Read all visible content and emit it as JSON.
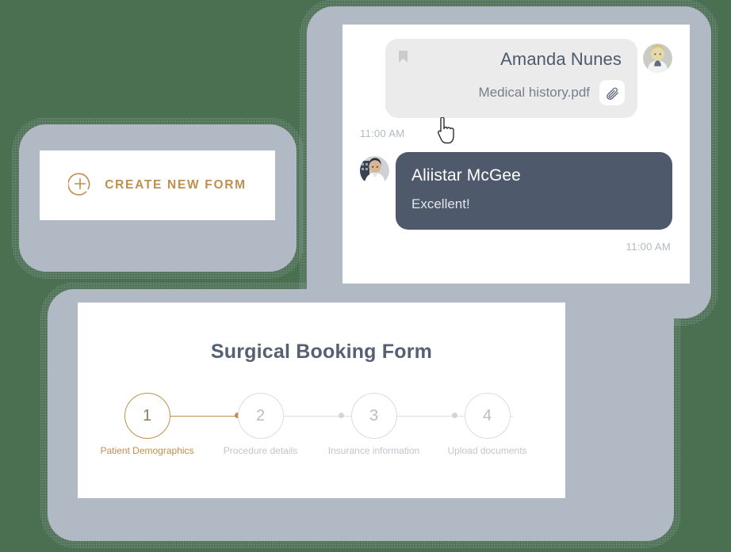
{
  "theme": {
    "background_color": "#4a7051",
    "panel_color": "#b1b9c4",
    "card_color": "#ffffff",
    "accent_orange": "#bf8f4e",
    "bubble_incoming": "#ebebeb",
    "bubble_outgoing": "#4e5a6b",
    "text_dark": "#4e5a6b",
    "text_muted": "#c2c5cb"
  },
  "chat": {
    "incoming": {
      "sender": "Amanda Nunes",
      "file_name": "Medical history.pdf",
      "timestamp": "11:00 AM",
      "bookmark_icon": "bookmark-icon",
      "attachment_icon": "paperclip-icon",
      "avatar_icon": "avatar-amanda"
    },
    "outgoing": {
      "sender": "Aliistar McGee",
      "message": "Excellent!",
      "timestamp": "11:00 AM",
      "avatar_icon": "avatar-aliistar"
    },
    "cursor_icon": "pointer-cursor-icon"
  },
  "create_form": {
    "label": "CREATE NEW FORM",
    "icon": "plus-circle-icon"
  },
  "booking_form": {
    "title": "Surgical Booking Form",
    "steps": [
      {
        "number": "1",
        "label": "Patient Demographics",
        "state": "active"
      },
      {
        "number": "2",
        "label": "Procedure details",
        "state": "upcoming"
      },
      {
        "number": "3",
        "label": "Insurance information",
        "state": "upcoming"
      },
      {
        "number": "4",
        "label": "Upload documents",
        "state": "upcoming"
      }
    ]
  }
}
